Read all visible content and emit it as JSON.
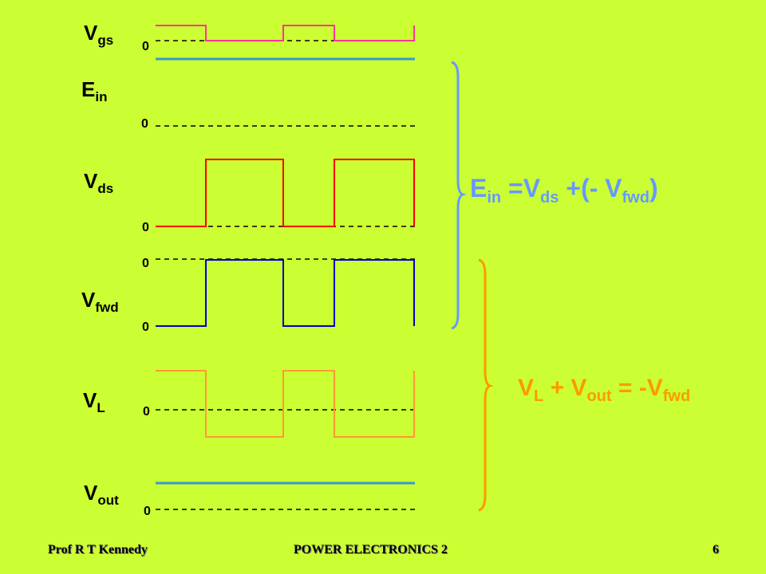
{
  "signals": [
    {
      "id": "vgs",
      "main": "V",
      "sub": "gs"
    },
    {
      "id": "ein",
      "main": "E",
      "sub": "in"
    },
    {
      "id": "vds",
      "main": "V",
      "sub": "ds"
    },
    {
      "id": "vfwd",
      "main": "V",
      "sub": "fwd"
    },
    {
      "id": "vl",
      "main": "V",
      "sub": "L"
    },
    {
      "id": "vout",
      "main": "V",
      "sub": "out"
    }
  ],
  "zero_label": "0",
  "equations": {
    "ein": {
      "p1": "E",
      "s1": "in",
      "p2": " =V",
      "s2": "ds",
      "p3": " +(- V",
      "s3": "fwd",
      "p4": ")"
    },
    "vl": {
      "p1": "V",
      "s1": "L",
      "p2": " + V",
      "s2": "out",
      "p3": " = -V",
      "s3": "fwd"
    }
  },
  "footer": {
    "author": "Prof R T Kennedy",
    "title": "POWER ELECTRONICS 2",
    "page": "6"
  },
  "colors": {
    "background": "#ccff33",
    "vgs": "#ff3399",
    "ein": "#3399cc",
    "vds": "#ff0000",
    "vfwd": "#0000cc",
    "vl": "#ff9933",
    "vout": "#3399cc",
    "ein_equation": "#6699ff",
    "vl_equation": "#ff9900"
  }
}
